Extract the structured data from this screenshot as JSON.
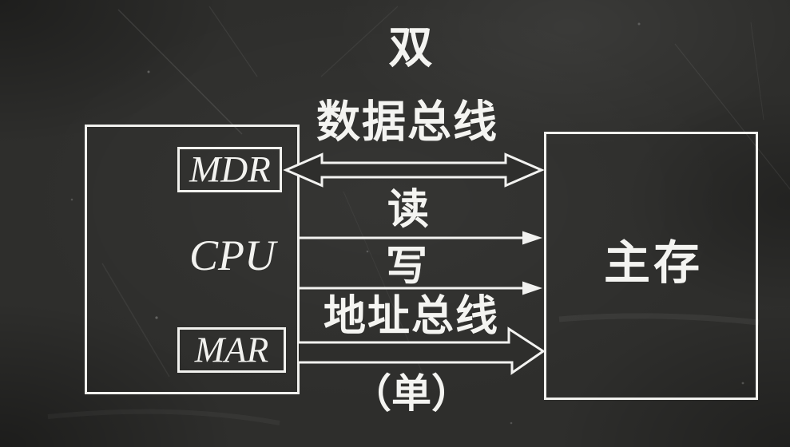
{
  "labels": {
    "dual": "双",
    "data_bus": "数据总线",
    "read": "读",
    "write": "写",
    "address_bus": "地址总线",
    "single": "（单）",
    "cpu": "CPU",
    "mdr": "MDR",
    "mar": "MAR",
    "main_memory": "主存"
  },
  "diagram": {
    "type": "cpu-memory-bus-diagram",
    "style": "chalkboard",
    "connections": [
      {
        "name": "data-bus",
        "from": "MDR",
        "to": "主存",
        "direction": "bidirectional",
        "annotation_above": "双 / 数据总线"
      },
      {
        "name": "read-signal",
        "from": "CPU",
        "to": "主存",
        "direction": "right",
        "label": "读"
      },
      {
        "name": "write-signal",
        "from": "CPU",
        "to": "主存",
        "direction": "right",
        "label": "写"
      },
      {
        "name": "address-bus",
        "from": "MAR",
        "to": "主存",
        "direction": "right",
        "annotation_below": "（单）",
        "label": "地址总线"
      }
    ],
    "colors": {
      "background": "#2e2e2c",
      "chalk": "#f2f2f0"
    }
  }
}
